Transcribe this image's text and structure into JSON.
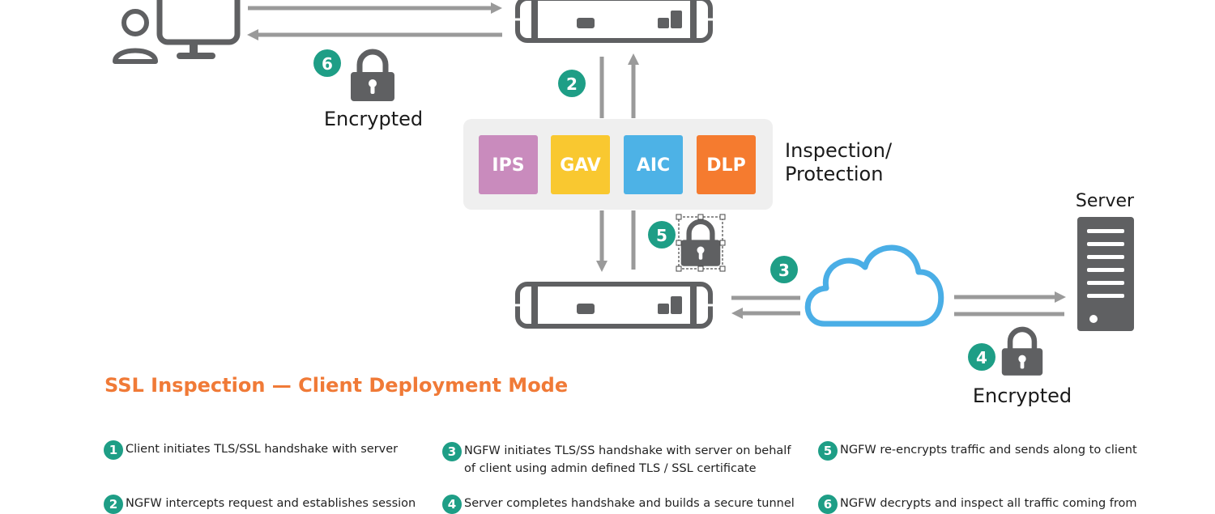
{
  "diagram": {
    "labels": {
      "encrypted_top": "Encrypted",
      "encrypted_bottom": "Encrypted",
      "inspection": [
        "Inspection/",
        "Protection"
      ],
      "server": "Server"
    },
    "badges": {
      "top_lock": "6",
      "vertical": "2",
      "mid_lock": "5",
      "cloud": "3",
      "bottom_lock": "4"
    },
    "modules": [
      {
        "label": "IPS",
        "color": "#c98bbd"
      },
      {
        "label": "GAV",
        "color": "#f9c830"
      },
      {
        "label": "AIC",
        "color": "#4db2e6"
      },
      {
        "label": "DLP",
        "color": "#f57b2f"
      }
    ],
    "colors": {
      "device": "#5f6062",
      "arrow": "#9a9a9a",
      "cloud": "#4aaee6",
      "badge": "#1e9e86",
      "panel": "#efefef",
      "title": "#f07a37"
    }
  },
  "title": "SSL Inspection — Client Deployment Mode",
  "steps": [
    {
      "num": "1",
      "lines": [
        "Client initiates TLS/SSL handshake with server"
      ]
    },
    {
      "num": "2",
      "lines": [
        "NGFW intercepts request and establishes session"
      ]
    },
    {
      "num": "3",
      "lines": [
        "NGFW initiates TLS/SS handshake with server on behalf",
        "of client using admin defined TLS / SSL certificate"
      ]
    },
    {
      "num": "4",
      "lines": [
        "Server completes handshake and builds a secure tunnel"
      ]
    },
    {
      "num": "5",
      "lines": [
        "NGFW re-encrypts traffic and sends along to client"
      ]
    },
    {
      "num": "6",
      "lines": [
        "NGFW decrypts and inspect all traffic coming from"
      ]
    }
  ]
}
